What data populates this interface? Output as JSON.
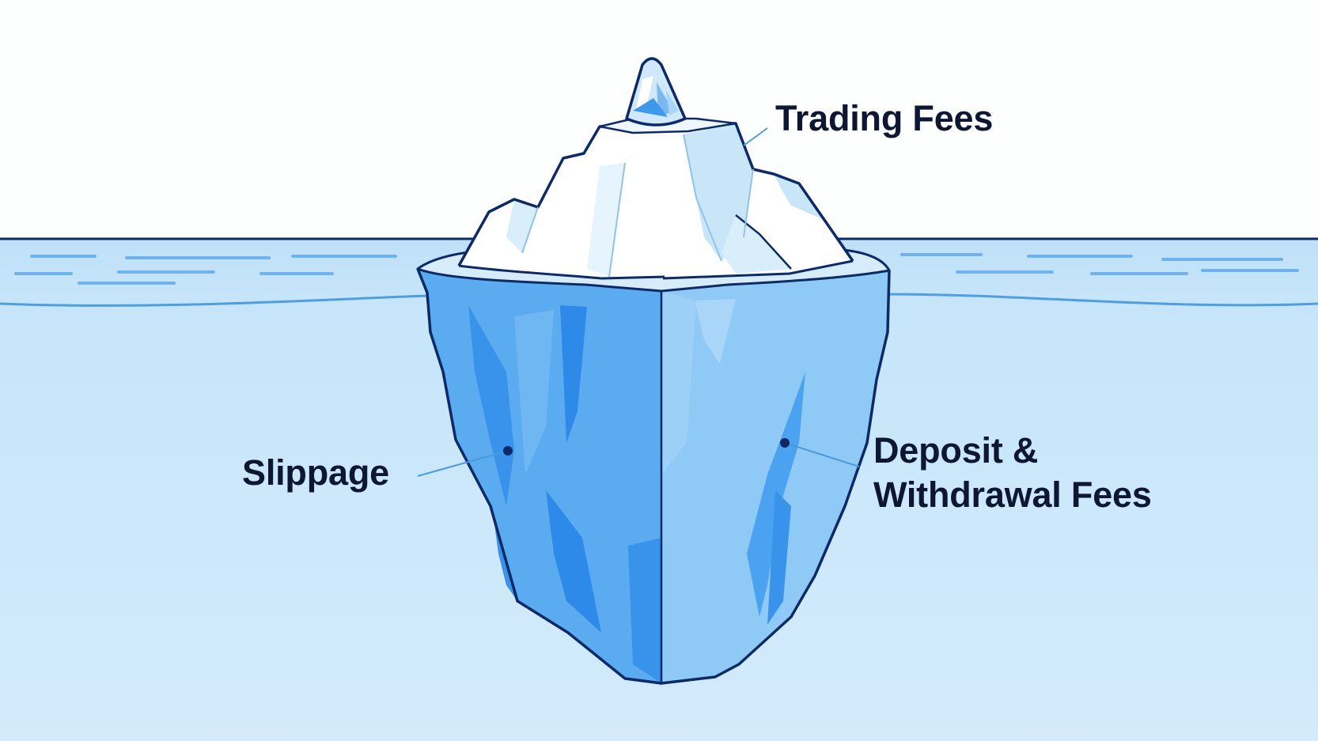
{
  "diagram": {
    "labels": {
      "trading_fees": "Trading Fees",
      "slippage": "Slippage",
      "deposit_line1": "Deposit &",
      "deposit_line2": "Withdrawal Fees"
    },
    "colors": {
      "outline": "#0d2a66",
      "text": "#0d1733",
      "water_surface": "#bfe1fa",
      "water_deep": "#cde8fb",
      "ice_top": "#ffffff",
      "ice_shadow": "#c9e6f9",
      "ice_under_light": "#8fcaf6",
      "ice_under_mid": "#5aabf0",
      "ice_under_dark": "#2e8ae8",
      "connector": "#4a9bde"
    }
  }
}
